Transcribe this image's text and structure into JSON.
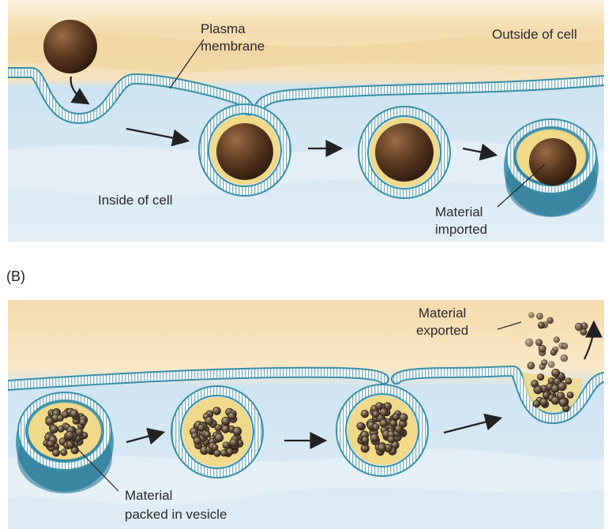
{
  "panel_a": {
    "labels": {
      "plasma_membrane": "Plasma\nmembrane",
      "outside_of_cell": "Outside of cell",
      "inside_of_cell": "Inside of cell",
      "material_imported": "Material\nimported"
    }
  },
  "panel_b": {
    "letter": "(B)",
    "labels": {
      "material_exported": "Material\nexported",
      "material_packed": "Material\npacked in vesicle"
    }
  },
  "colors": {
    "outside_fluid": "#f6deb0",
    "inside_fluid": "#cfe4f2",
    "membrane_edge": "#3a8fa6",
    "membrane_fill": "#ffffff",
    "vesicle_lumen": "#f1d98a",
    "particle": "#5a3a22",
    "arrow": "#222222"
  }
}
